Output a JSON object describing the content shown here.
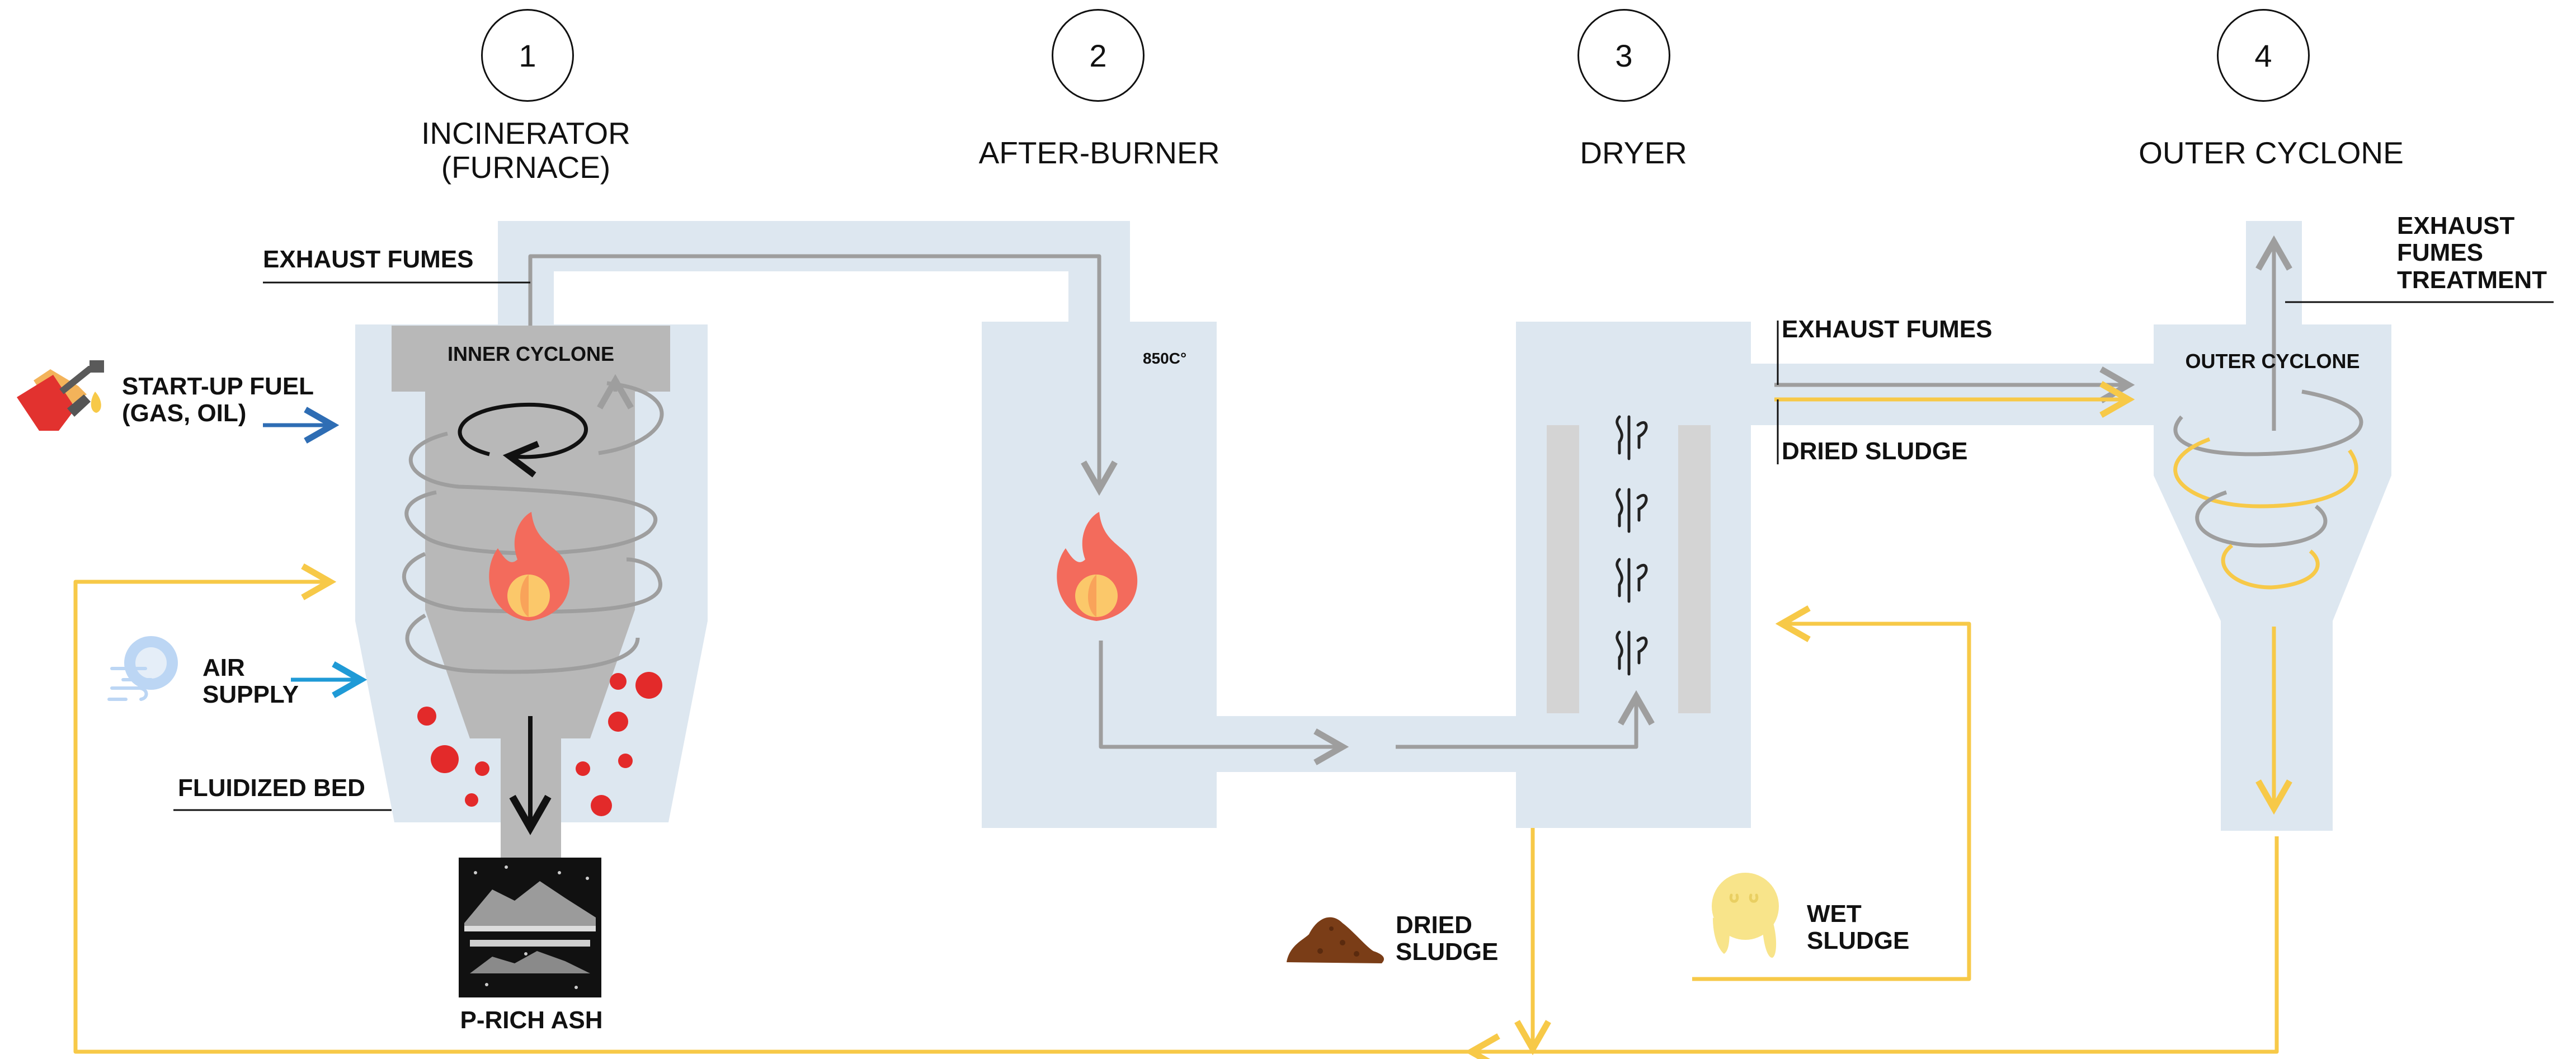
{
  "stages": [
    {
      "number": "1",
      "title": "INCINERATOR\n(FURNACE)"
    },
    {
      "number": "2",
      "title": "AFTER-BURNER"
    },
    {
      "number": "3",
      "title": "DRYER"
    },
    {
      "number": "4",
      "title": "OUTER CYCLONE"
    }
  ],
  "labels": {
    "exhaust_fumes_1": "EXHAUST FUMES",
    "inner_cyclone": "INNER CYCLONE",
    "startup_fuel": "START-UP FUEL\n(GAS, OIL)",
    "air_supply": "AIR\nSUPPLY",
    "fluidized_bed": "FLUIDIZED BED",
    "p_rich_ash": "P-RICH ASH",
    "temperature": "850C°",
    "exhaust_fumes_2": "EXHAUST FUMES",
    "dried_sludge_line": "DRIED SLUDGE",
    "dried_sludge": "DRIED\nSLUDGE",
    "wet_sludge": "WET\nSLUDGE",
    "outer_cyclone_inner": "OUTER CYCLONE",
    "exhaust_treatment": "EXHAUST\nFUMES\nTREATMENT"
  },
  "colors": {
    "chamber": "#dde7f0",
    "gray_flow": "#9e9e9e",
    "sludge_flow": "#f7c948",
    "particles": "#e32a2a",
    "fuel_arrow": "#2e6db4",
    "air_arrow": "#1f9ad6"
  }
}
